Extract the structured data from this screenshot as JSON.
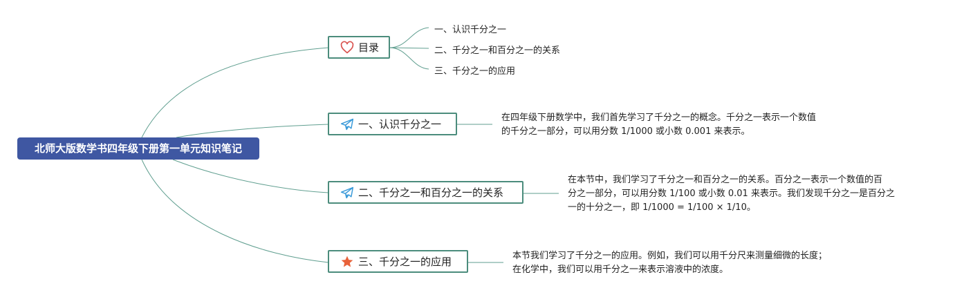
{
  "root": {
    "title": "北师大版数学书四年级下册第一单元知识笔记"
  },
  "branches": [
    {
      "label": "目录",
      "icon": "heart-icon"
    },
    {
      "label": "一、认识千分之一",
      "icon": "paper-plane-icon"
    },
    {
      "label": "二、千分之一和百分之一的关系",
      "icon": "paper-plane-icon"
    },
    {
      "label": "三、千分之一的应用",
      "icon": "star-icon"
    }
  ],
  "toc": [
    "一、认识千分之一",
    "二、千分之一和百分之一的关系",
    "三、千分之一的应用"
  ],
  "notes": [
    {
      "lines": [
        "在四年级下册数学中，我们首先学习了千分之一的概念。千分之一表示一个数值",
        "的千分之一部分，可以用分数 1/1000 或小数 0.001 来表示。"
      ]
    },
    {
      "lines": [
        "在本节中，我们学习了千分之一和百分之一的关系。百分之一表示一个数值的百",
        "分之一部分，可以用分数 1/100 或小数 0.01 来表示。我们发现千分之一是百分之",
        "一的十分之一，即 1/1000 = 1/100 × 1/10。"
      ]
    },
    {
      "lines": [
        "本节我们学习了千分之一的应用。例如，我们可以用千分尺来测量细微的长度；",
        "在化学中，我们可以用千分之一来表示溶液中的浓度。"
      ]
    }
  ],
  "colors": {
    "root_bg": "#3f57a2",
    "branch_border": "#4b8c7c",
    "link": "#5f9e8f",
    "heart": "#d9534f",
    "plane": "#3a9ad9",
    "star": "#e8623a"
  }
}
